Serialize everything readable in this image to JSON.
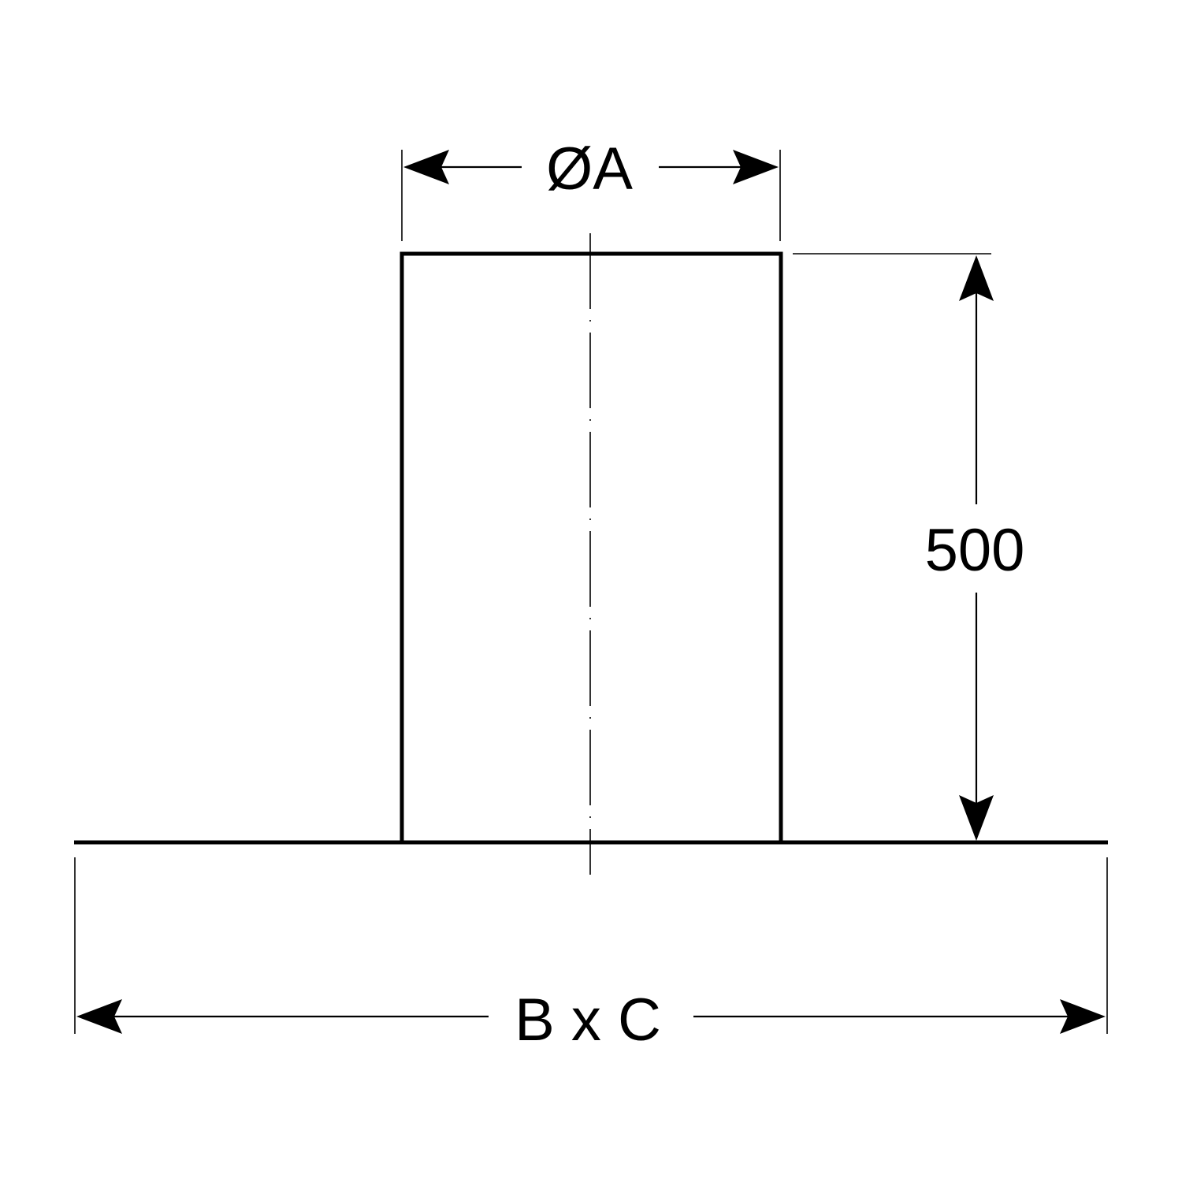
{
  "labels": {
    "diameter": "ØA",
    "height": "500",
    "base": "B x C"
  },
  "colors": {
    "line": "#000000",
    "background": "#ffffff"
  }
}
